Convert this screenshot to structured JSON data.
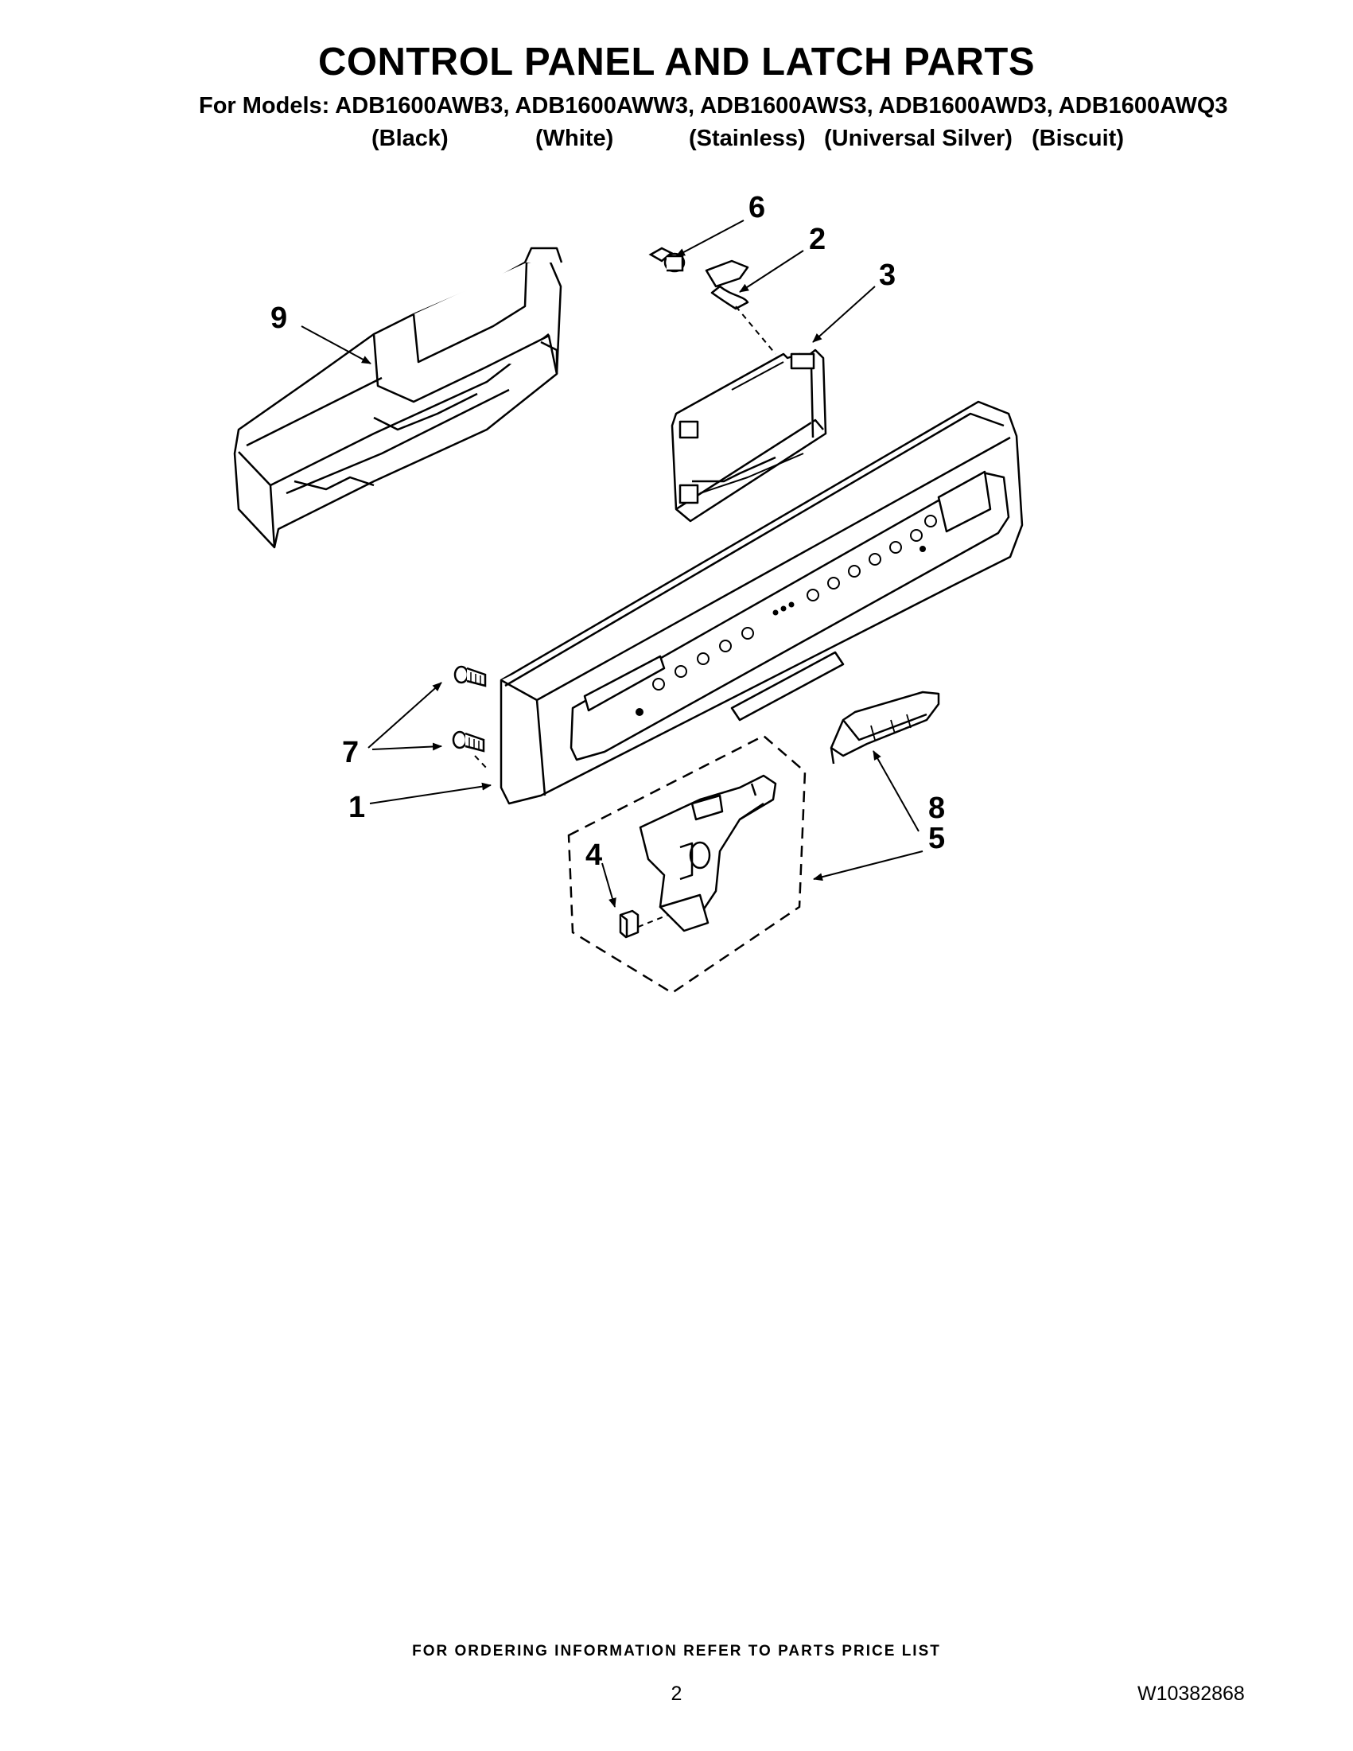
{
  "title": "CONTROL PANEL AND LATCH PARTS",
  "models_line": "For Models: ADB1600AWB3, ADB1600AWW3, ADB1600AWS3, ADB1600AWD3, ADB1600AWQ3",
  "color_labels": [
    "(Black)",
    "(White)",
    "(Stainless)",
    "(Universal Silver)",
    "(Biscuit)"
  ],
  "callouts": [
    "1",
    "2",
    "3",
    "4",
    "5",
    "6",
    "7",
    "8",
    "9"
  ],
  "footer": "FOR ORDERING INFORMATION REFER TO PARTS PRICE LIST",
  "page_number": "2",
  "document_number": "W10382868"
}
